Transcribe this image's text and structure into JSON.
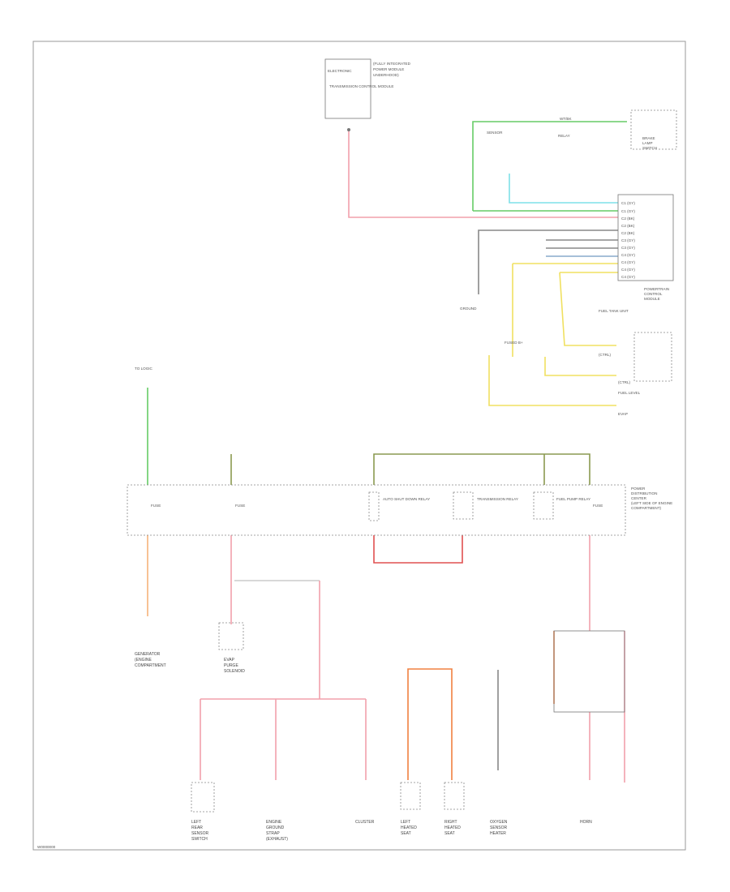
{
  "diagram_id": "W0000000",
  "power_distribution_center": {
    "label_lines": [
      "POWER",
      "DISTRIBUTION",
      "CENTER",
      "(LEFT SIDE OF ENGINE",
      "COMPARTMENT)"
    ],
    "fuse_main": "FUSE",
    "fuse_left": "FUSE",
    "relay_sub": "AUTO SHUT DOWN RELAY",
    "transmission_relay": "TRANSMISSION RELAY",
    "fuel_pump_relay": "FUEL PUMP RELAY",
    "fuse_right": "FUSE"
  },
  "top_module": {
    "name": "ELECTRONIC",
    "sub": "TRANSMISSION CONTROL MODULE",
    "side_label": [
      "(FULLY INTEGRATED",
      "POWER MODULE",
      "UNDERHOOD)"
    ]
  },
  "brake_switch": {
    "label": [
      "BRAKE",
      "LAMP",
      "SWITCH"
    ],
    "wire": "WT/BK"
  },
  "pcm": {
    "label": [
      "POWERTRAIN",
      "CONTROL",
      "MODULE"
    ],
    "pins": [
      "C1 (GY)",
      "C1 (GY)",
      "C2 (BK)",
      "C2 (BK)",
      "C2 (BK)",
      "C3 (GY)",
      "C3 (GY)",
      "C4 (GY)",
      "C4 (GY)",
      "C4 (GY)",
      "C4 (GY)"
    ]
  },
  "misc_labels": {
    "ground_stud": "GROUND",
    "pcm_relay": "RELAY",
    "fused_b_plus": "FUSED B+",
    "sensor_group": "SENSOR",
    "fuel_tank_unit": "FUEL TANK UNIT",
    "ctrl_a": "(CTRL)",
    "ctrl_b": "(CTRL)",
    "fuel_level": "FUEL LEVEL",
    "evap_label": "EVAP",
    "tail": "TO LOGIC"
  },
  "bottom_components": [
    {
      "id": "generator",
      "label": [
        "GENERATOR",
        "(ENGINE",
        "COMPARTMENT"
      ]
    },
    {
      "id": "evap-valve",
      "label": [
        "EVAP",
        "PURGE",
        "SOLENOID"
      ]
    },
    {
      "id": "cluster",
      "label": [
        "CLUSTER"
      ]
    },
    {
      "id": "left-heated-seat",
      "label": [
        "LEFT",
        "HEATED",
        "SEAT"
      ]
    },
    {
      "id": "right-heated-seat",
      "label": [
        "RIGHT",
        "HEATED",
        "SEAT"
      ]
    },
    {
      "id": "oxygen-sensor",
      "label": [
        "OXYGEN",
        "SENSOR",
        "HEATER"
      ]
    },
    {
      "id": "horn",
      "label": [
        "HORN"
      ]
    },
    {
      "id": "left-rear",
      "label": [
        "LEFT",
        "REAR",
        "SENSOR",
        "SWITCH"
      ]
    },
    {
      "id": "engine-ground",
      "label": [
        "ENGINE",
        "GROUND",
        "STRAP",
        "(EXHAUST)"
      ]
    }
  ],
  "wire_colors": {
    "pink": "#f2a0ac",
    "green": "#66cc66",
    "cyan": "#7fe0e8",
    "yellow": "#f0e060",
    "orange": "#f08040",
    "light_orange": "#f7b27a",
    "olive": "#8a9a50",
    "red": "#e05050",
    "dark": "#666666",
    "gray_box": "#888888"
  }
}
